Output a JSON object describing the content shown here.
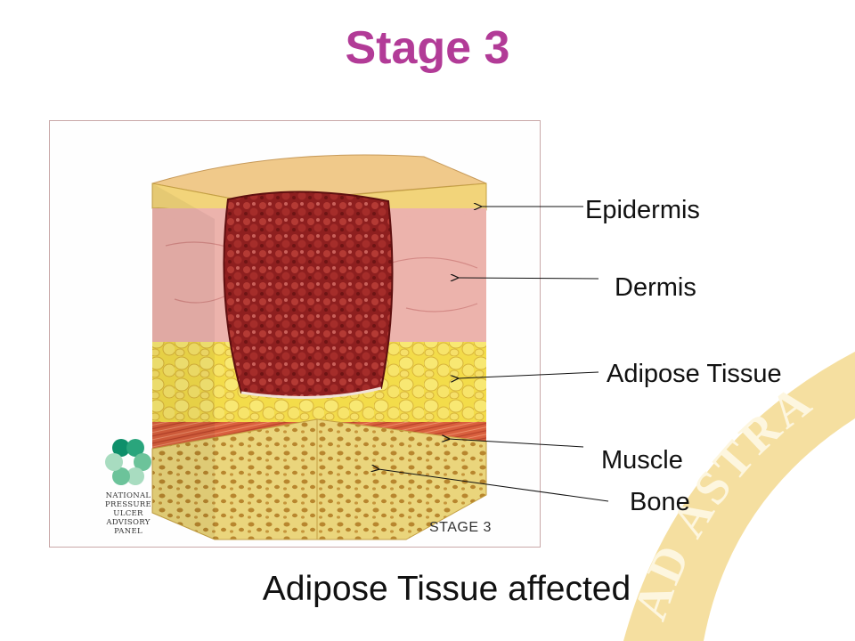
{
  "title": "Stage 3",
  "figure": {
    "caption": "STAGE 3",
    "logo": {
      "lines": [
        "NATIONAL",
        "PRESSURE",
        "ULCER",
        "ADVISORY",
        "PANEL"
      ],
      "colors": [
        "#0e8f6a",
        "#2aa57c",
        "#6cc39a",
        "#a8dcc0"
      ]
    }
  },
  "labels": {
    "epidermis": "Epidermis",
    "dermis": "Dermis",
    "adipose": "Adipose Tissue",
    "muscle": "Muscle",
    "bone": "Bone"
  },
  "footer": "Adipose Tissue affected",
  "watermark": "AD ASTRA",
  "colors": {
    "title": "#b23b97",
    "ribbon": "#f3d98f",
    "wound": "#8e1f1f",
    "epidermis": "#f2d47a",
    "dermis": "#ecb3ac",
    "adipose": "#f3dc4a",
    "muscle": "#d9603e",
    "bone": "#e9d37a"
  }
}
